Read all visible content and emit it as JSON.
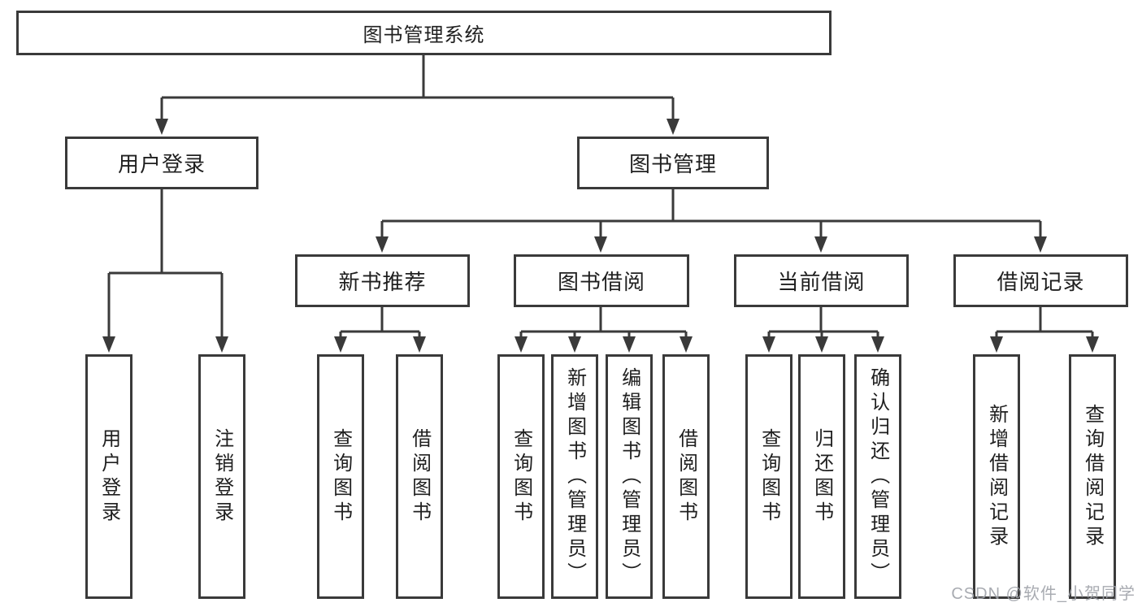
{
  "diagram": {
    "root": "图书管理系统",
    "branches": [
      {
        "label": "用户登录",
        "children": [
          "用户登录",
          "注销登录"
        ]
      },
      {
        "label": "图书管理",
        "sections": [
          {
            "label": "新书推荐",
            "children": [
              "查询图书",
              "借阅图书"
            ]
          },
          {
            "label": "图书借阅",
            "children": [
              "查询图书",
              "新增图书（管理员）",
              "编辑图书（管理员）",
              "借阅图书"
            ]
          },
          {
            "label": "当前借阅",
            "children": [
              "查询图书",
              "归还图书",
              "确认归还（管理员）"
            ]
          },
          {
            "label": "借阅记录",
            "children": [
              "新增借阅记录",
              "查询借阅记录"
            ]
          }
        ]
      }
    ]
  },
  "watermark": "CSDN @软件_小贺同学",
  "colors": {
    "line": "#3a3a3a",
    "text": "#1f1f1f",
    "watermark": "#9ea2a8",
    "background": "#ffffff"
  }
}
